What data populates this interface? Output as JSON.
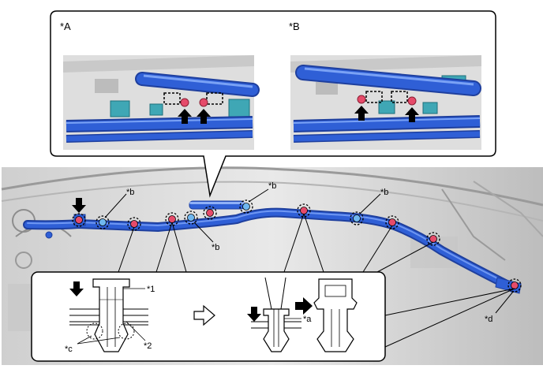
{
  "views": {
    "a": {
      "label": "*A"
    },
    "b": {
      "label": "*B"
    }
  },
  "callouts": {
    "b1": "*b",
    "b2": "*b",
    "b3": "*b",
    "b4": "*b",
    "d": "*d"
  },
  "detail": {
    "label_1": "*1",
    "label_2": "*2",
    "label_c": "*c",
    "label_a": "*a"
  },
  "colors": {
    "curtain_airbag": "#2f5fd6",
    "airbag_highlight": "#6f97f2",
    "clip_marker": "#e64b6a",
    "panel_background": "#d9d9d9",
    "frame": "#000000"
  },
  "icons": {
    "arrow": "arrow-icon",
    "process_arrow": "hollow-right-arrow-icon",
    "clip": "clip-icon"
  }
}
